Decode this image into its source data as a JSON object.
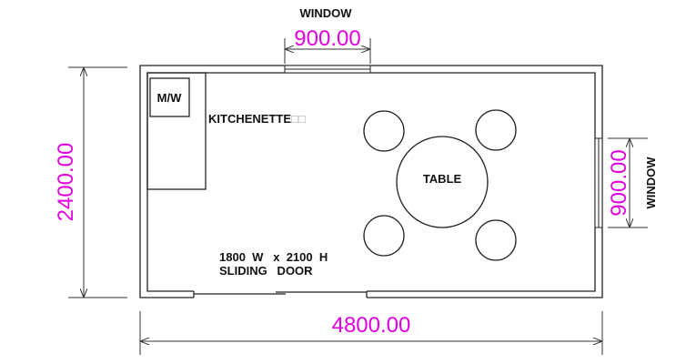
{
  "labels": {
    "microwave": "M/W",
    "kitchenette": "KITCHENETTE",
    "kitchenette_suffix": "□□",
    "table": "TABLE",
    "door_size": "1800  W   x  2100  H",
    "door_type": "SLIDING   DOOR",
    "top_window": "WINDOW",
    "right_window": "WINDOW"
  },
  "dimensions": {
    "width": "4800.00",
    "height": "2400.00",
    "top_window_width": "900.00",
    "right_window_width": "900.00"
  },
  "colors": {
    "dimension_text": "#e000e0",
    "lines": "#222222"
  }
}
